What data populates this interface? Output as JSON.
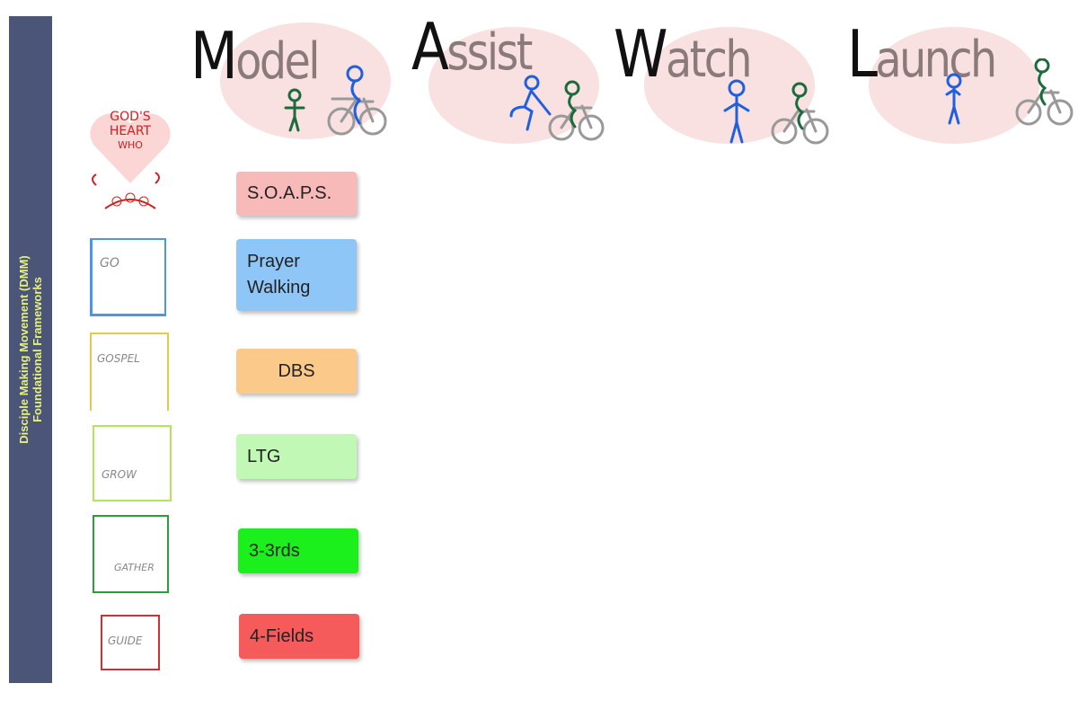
{
  "sidebar": {
    "line1": "Disciple Making Movement (DMM)",
    "line2": "Foundational Frameworks",
    "color": "#4a5578"
  },
  "stages": [
    {
      "first": "M",
      "rest": "odel"
    },
    {
      "first": "A",
      "rest": "ssist"
    },
    {
      "first": "W",
      "rest": "atch"
    },
    {
      "first": "L",
      "rest": "aunch"
    }
  ],
  "icons": {
    "heart_line1": "GOD'S",
    "heart_line2": "HEART",
    "heart_line3": "WHO",
    "go": "GO",
    "gospel": "GOSPEL",
    "grow": "GROW",
    "gather": "GATHER",
    "guide": "GUIDE"
  },
  "frameworks": [
    {
      "label": "S.O.A.P.S.",
      "color": "#f8b9b9"
    },
    {
      "label": "Prayer Walking",
      "color": "#8ec6f8"
    },
    {
      "label": "DBS",
      "color": "#fbca8b"
    },
    {
      "label": "LTG",
      "color": "#c1f8b5"
    },
    {
      "label": "3-3rds",
      "color": "#1cf01c"
    },
    {
      "label": "4-Fields",
      "color": "#f55b5b"
    }
  ]
}
